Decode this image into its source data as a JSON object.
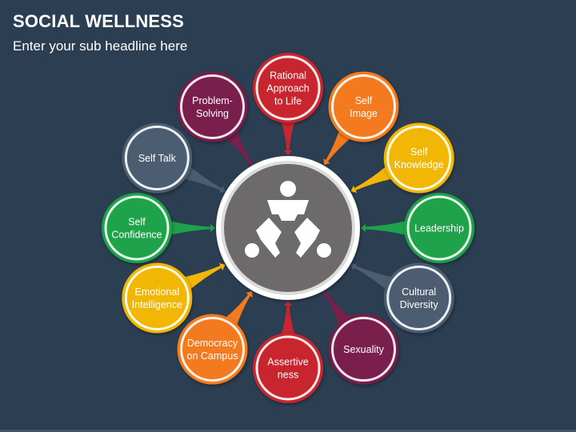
{
  "header": {
    "title": "SOCIAL WELLNESS",
    "subtitle": "Enter your sub headline here"
  },
  "hub": {
    "icon": "teamwork-people-icon",
    "color": "#6d6a6b"
  },
  "nodes": [
    {
      "key": "rational",
      "lines": [
        "Rational",
        "Approach",
        "to Life"
      ],
      "color": "#c9252f"
    },
    {
      "key": "self-image",
      "lines": [
        "Self",
        "Image"
      ],
      "color": "#f47a1f"
    },
    {
      "key": "self-knowledge",
      "lines": [
        "Self",
        "Knowledge"
      ],
      "color": "#f2b705"
    },
    {
      "key": "leadership",
      "lines": [
        "Leadership"
      ],
      "color": "#1fa34a"
    },
    {
      "key": "cultural-diversity",
      "lines": [
        "Cultural",
        "Diversity"
      ],
      "color": "#4c5d71"
    },
    {
      "key": "sexuality",
      "lines": [
        "Sexuality"
      ],
      "color": "#7a1e4b"
    },
    {
      "key": "assertiveness",
      "lines": [
        "Assertive",
        "ness"
      ],
      "color": "#c9252f"
    },
    {
      "key": "democracy",
      "lines": [
        "Democracy",
        "on Campus"
      ],
      "color": "#f47a1f"
    },
    {
      "key": "emotional",
      "lines": [
        "Emotional",
        "Intelligence"
      ],
      "color": "#f2b705"
    },
    {
      "key": "self-confidence",
      "lines": [
        "Self",
        "Confidence"
      ],
      "color": "#1fa34a"
    },
    {
      "key": "self-talk",
      "lines": [
        "Self Talk"
      ],
      "color": "#4c5d71"
    },
    {
      "key": "problem-solving",
      "lines": [
        "Problem-",
        "Solving"
      ],
      "color": "#7a1e4b"
    }
  ]
}
